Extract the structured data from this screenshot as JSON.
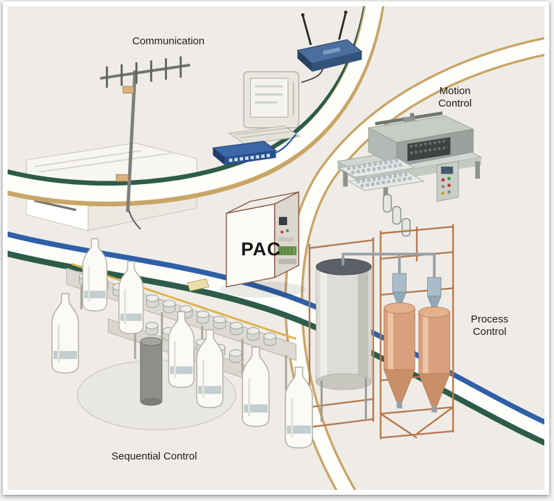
{
  "diagram": {
    "center_label": "PAC",
    "nodes": {
      "communication": {
        "label": "Communication"
      },
      "motion_control": {
        "label": "Motion Control"
      },
      "process_control": {
        "label": "Process Control"
      },
      "sequential_control": {
        "label": "Sequential Control"
      }
    },
    "colors": {
      "canvas_bg": "#efece7",
      "label_text": "#1c1c1c",
      "ribbon_green": "#2d5c49",
      "ribbon_tan": "#c9a566",
      "ribbon_blue": "#2f5fa7",
      "tank_orange": "#d9a07e",
      "device_blue": "#34598c",
      "scaffold_brown": "#b5794d"
    }
  }
}
